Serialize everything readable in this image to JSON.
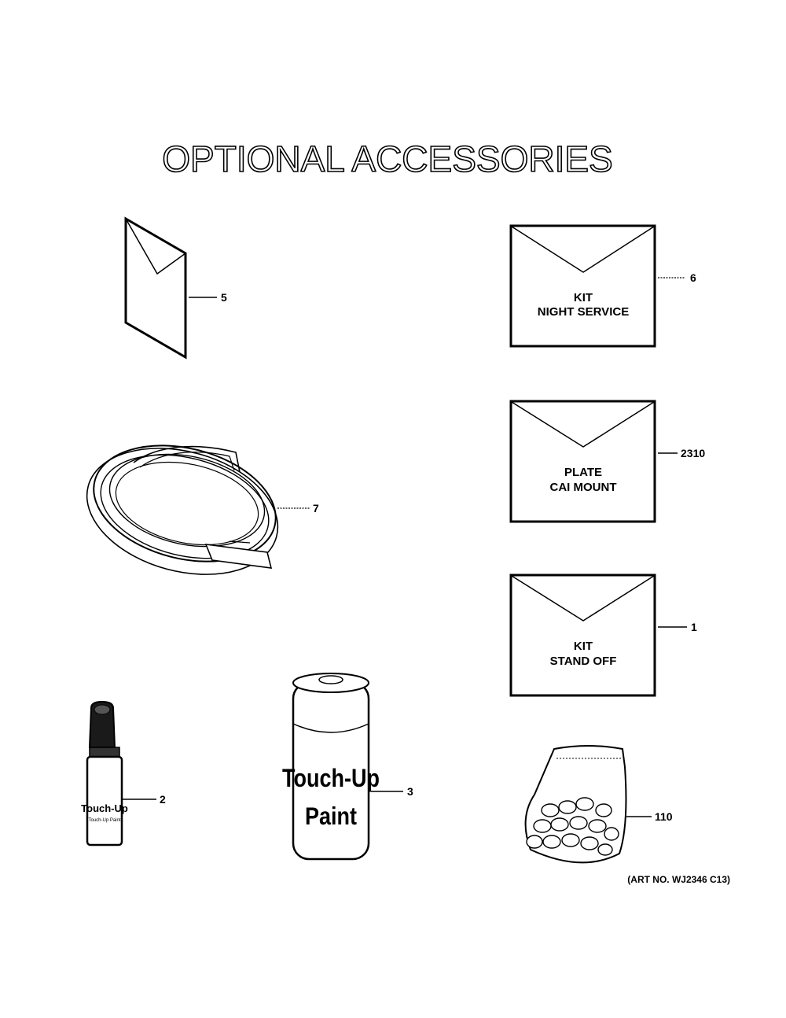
{
  "title": "OPTIONAL ACCESSORIES",
  "art_number": "(ART NO. WJ2346 C13)",
  "callouts": {
    "manual": "5",
    "kit_night_service": "6",
    "plate_cai_mount": "2310",
    "kit_stand_off": "1",
    "water_tube": "7",
    "touchup_pen": "2",
    "touchup_can": "3",
    "bag_of_parts": "110"
  },
  "envelopes": {
    "kit_night_service": {
      "line1": "KIT",
      "line2": "NIGHT SERVICE"
    },
    "plate_cai_mount": {
      "line1": "PLATE",
      "line2": "CAI MOUNT"
    },
    "kit_stand_off": {
      "line1": "KIT",
      "line2": "STAND OFF"
    }
  },
  "touchup_pen": {
    "label": "Touch-Up",
    "sublabel": "Touch-Up Paint"
  },
  "touchup_can": {
    "label_line1": "Touch-Up",
    "label_line2": "Paint"
  }
}
